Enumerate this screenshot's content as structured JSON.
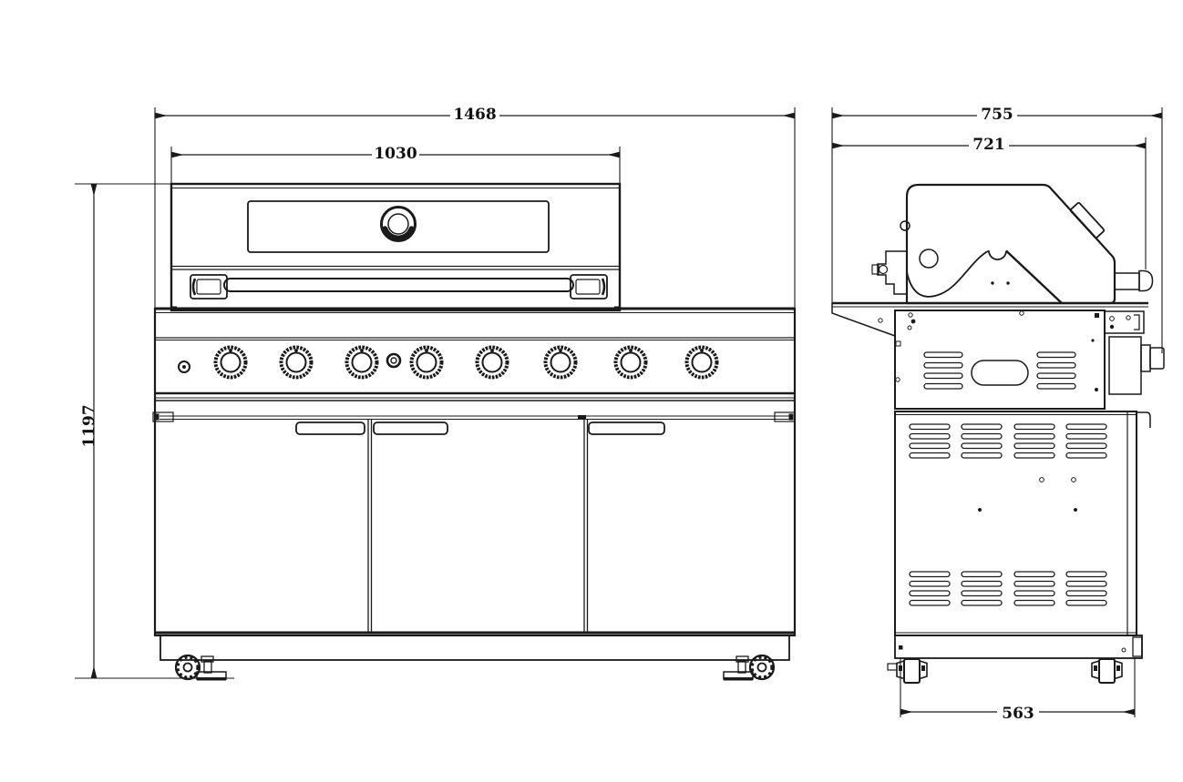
{
  "drawing": {
    "background": "#ffffff",
    "line_color": "#1a1a1a",
    "front_view": {
      "dim_overall_width": "1468",
      "dim_hood_width": "1030",
      "dim_overall_height": "1197"
    },
    "side_view": {
      "dim_overall_depth": "755",
      "dim_upper_depth": "721",
      "dim_base_depth": "563"
    }
  }
}
